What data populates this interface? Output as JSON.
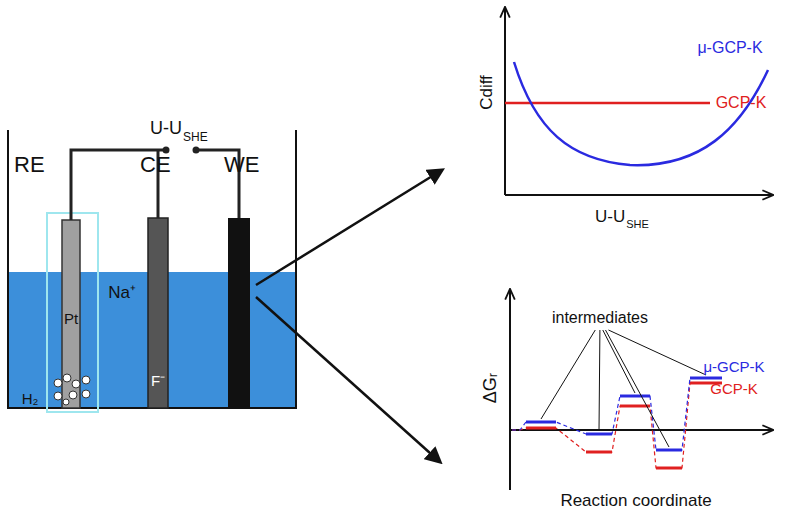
{
  "diagram": {
    "labels": [
      "U-U",
      "SHE",
      "RE",
      "CE",
      "WE",
      "Pt",
      "Na⁺",
      "F⁻",
      "H₂",
      "Cdiff",
      "U-U",
      "SHE",
      "μ-GCP-K",
      "GCP-K",
      "intermediates",
      "ΔGᵣ",
      "Reaction coordinate",
      "μ-GCP-K",
      "GCP-K"
    ]
  }
}
